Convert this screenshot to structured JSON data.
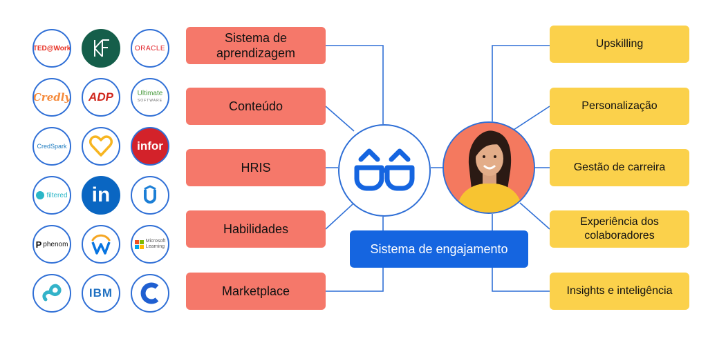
{
  "logos": {
    "ted": "TED@Work",
    "oracle": "ORACLE",
    "credly": "Credly",
    "adp": "ADP",
    "ultimate": "Ultimate",
    "ultimate_sub": "SOFTWARE",
    "credspark": "CredSpark",
    "infor": "infor",
    "filtered": "filtered",
    "linkedin": "in",
    "phenom": "phenom",
    "microsoft": "Microsoft",
    "microsoft_sub": "Learning",
    "ibm": "IBM"
  },
  "left_boxes": [
    "Sistema de aprendizagem",
    "Conteúdo",
    "HRIS",
    "Habilidades",
    "Marketplace"
  ],
  "right_boxes": [
    "Upskilling",
    "Personalização",
    "Gestão de carreira",
    "Experiência dos colaboradores",
    "Insights e inteligência"
  ],
  "center_label": "Sistema de engajamento",
  "colors": {
    "line": "#2f6fd6",
    "left_box": "#f5786a",
    "right_box": "#fbd14b",
    "engagement": "#1565e0"
  },
  "icons": {
    "center": "glasses-icon",
    "person": "person-photo"
  }
}
